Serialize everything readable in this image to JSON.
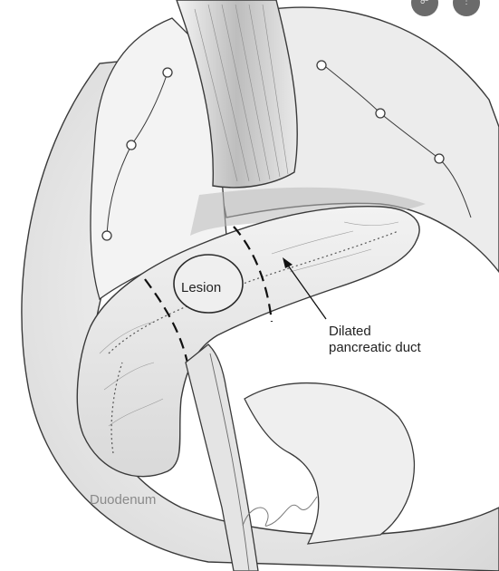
{
  "labels": {
    "lesion": "Lesion",
    "duct_line1": "Dilated",
    "duct_line2": "pancreatic duct",
    "duodenum": "Duodenum"
  },
  "colors": {
    "background": "#ffffff",
    "line": "#3a3a3a",
    "shade": "#cfcfcf",
    "duodenum_text": "#8a8a8a",
    "overlay_buttons": "#6b6b6b"
  },
  "icons": [
    "share-icon",
    "more-icon"
  ]
}
